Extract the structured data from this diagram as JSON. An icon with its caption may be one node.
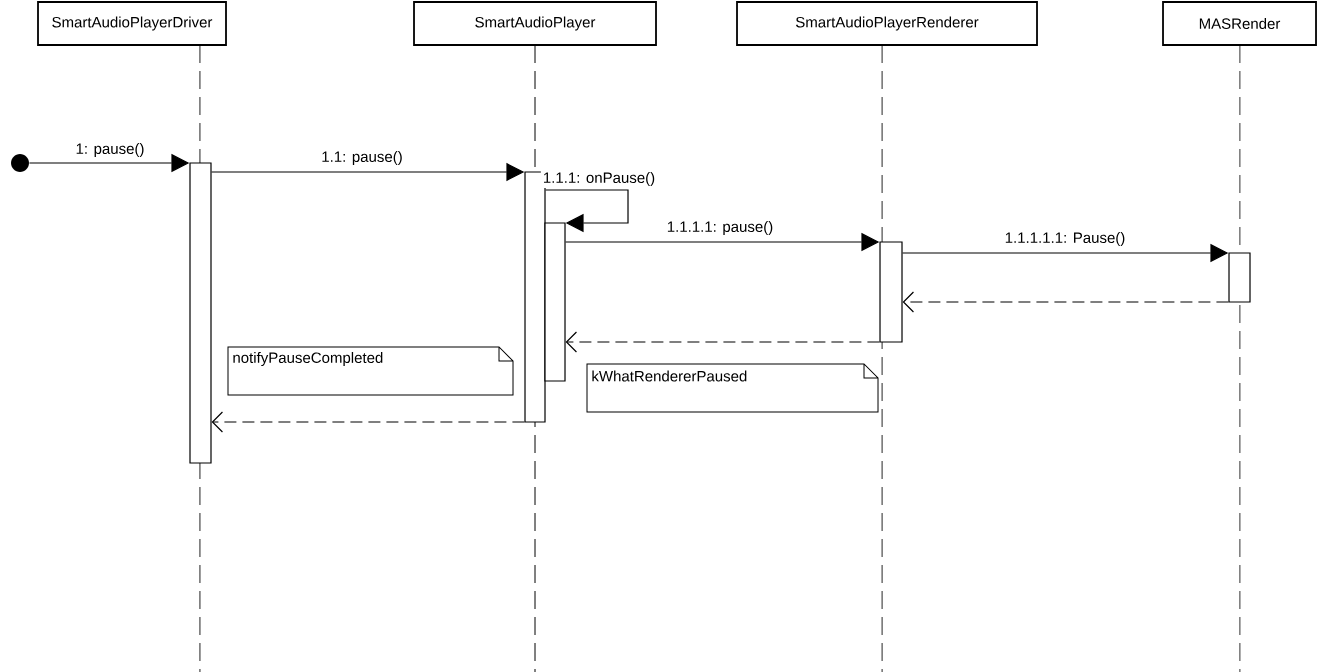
{
  "diagram": {
    "nodes": [
      {
        "text": [
          "SmartAudioPlayerDriver"
        ]
      },
      {
        "text": [
          "SmartAudioPlayer"
        ]
      },
      {
        "text": [
          "SmartAudioPlayerRenderer"
        ]
      },
      {
        "text": [
          "MASRender"
        ]
      },
      {
        "text": [],
        "shape": "circle"
      },
      {
        "text": [],
        "shape": "bar"
      },
      {
        "text": [],
        "shape": "bar"
      },
      {
        "text": [],
        "shape": "bar"
      },
      {
        "text": [],
        "shape": "bar"
      },
      {
        "text": [],
        "shape": "bar"
      },
      {
        "text": [
          "notifyPauseCompleted"
        ]
      },
      {
        "text": [
          "kWhatRendererPaused"
        ]
      }
    ],
    "edges": [
      {
        "from": 4,
        "to": 5,
        "arrow": "to",
        "label": "1: pause()"
      },
      {
        "from": 5,
        "to": 6,
        "arrow": "to",
        "label": "1.1: pause()"
      },
      {
        "from": 6,
        "to": 7,
        "arrow": "to",
        "label": "1.1.1: onPause()"
      },
      {
        "from": 7,
        "to": 8,
        "arrow": "to",
        "label": "1.1.1.1: pause()"
      },
      {
        "from": 8,
        "to": 9,
        "arrow": "to",
        "label": "1.1.1.1.1: Pause()"
      },
      {
        "from": 9,
        "to": 8,
        "arrow": "to",
        "style": "dashed"
      },
      {
        "from": 8,
        "to": 7,
        "arrow": "to",
        "style": "dashed"
      },
      {
        "from": 6,
        "to": 5,
        "arrow": "to",
        "style": "dashed"
      }
    ]
  }
}
